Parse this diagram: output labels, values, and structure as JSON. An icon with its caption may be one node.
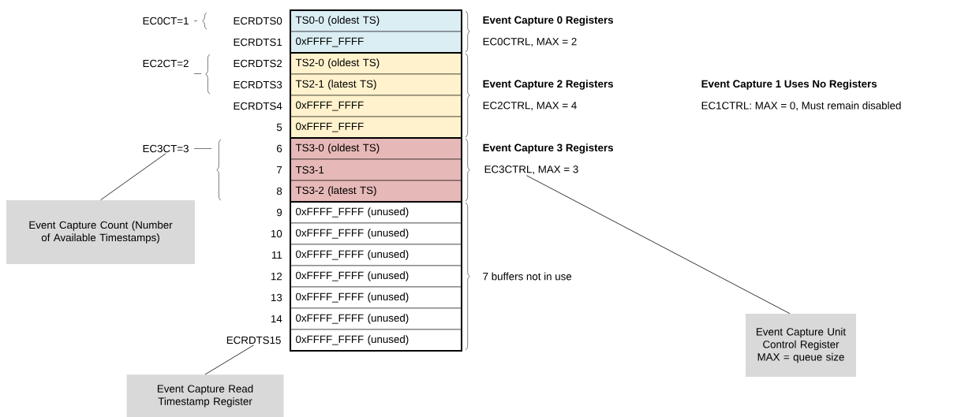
{
  "diagram": {
    "nodes": [
      {
        "text": [
          "TS0-0 (oldest TS)"
        ],
        "beside": [
          "ECRDTS0"
        ]
      },
      {
        "text": [
          "0xFFFF_FFFF"
        ],
        "beside": [
          "ECRDTS1"
        ]
      },
      {
        "text": [
          "TS2-0 (oldest TS)"
        ],
        "beside": [
          "ECRDTS2"
        ]
      },
      {
        "text": [
          "TS2-1 (latest TS)"
        ],
        "beside": [
          "ECRDTS3"
        ]
      },
      {
        "text": [
          "0xFFFF_FFFF"
        ],
        "beside": [
          "ECRDTS4"
        ]
      },
      {
        "text": [
          "0xFFFF_FFFF"
        ],
        "beside": [
          "5"
        ]
      },
      {
        "text": [
          "TS3-0 (oldest TS)"
        ],
        "beside": [
          "6"
        ]
      },
      {
        "text": [
          "TS3-1"
        ],
        "beside": [
          "7"
        ]
      },
      {
        "text": [
          "TS3-2 (latest TS)"
        ],
        "beside": [
          "8"
        ]
      },
      {
        "text": [
          "0xFFFF_FFFF (unused)"
        ],
        "beside": [
          "9"
        ]
      },
      {
        "text": [
          "0xFFFF_FFFF (unused)"
        ],
        "beside": [
          "10"
        ]
      },
      {
        "text": [
          "0xFFFF_FFFF (unused)"
        ],
        "beside": [
          "11"
        ]
      },
      {
        "text": [
          "0xFFFF_FFFF (unused)"
        ],
        "beside": [
          "12"
        ]
      },
      {
        "text": [
          "0xFFFF_FFFF (unused)"
        ],
        "beside": [
          "13"
        ]
      },
      {
        "text": [
          "0xFFFF_FFFF (unused)"
        ],
        "beside": [
          "14"
        ]
      },
      {
        "text": [
          "0xFFFF_FFFF (unused)"
        ]
      },
      {
        "text": [
          "EC3CT=3"
        ]
      },
      {
        "text": [
          "EC3CTRL, MAX = 3"
        ]
      },
      {
        "text": [
          "ECRDTS15"
        ]
      },
      {
        "text": [
          "Event Capture Count (Number of Available Timestamps)"
        ]
      },
      {
        "text": [
          "Event Capture Unit Control Register MAX = queue size"
        ]
      },
      {
        "text": [
          "Event Capture Read Timestamp Register"
        ]
      }
    ],
    "edges": [
      {
        "from": 16,
        "to": 19,
        "arrow": "none"
      },
      {
        "from": 17,
        "to": 20,
        "arrow": "none"
      },
      {
        "from": 18,
        "to": 21,
        "arrow": "none"
      }
    ],
    "labels": [
      "EC0CT=1",
      "EC2CT=2",
      "Event Capture 0 Registers",
      "EC0CTRL, MAX = 2",
      "Event Capture 2 Registers",
      "Event Capture 1 Uses No Registers",
      "EC2CTRL, MAX = 4",
      "EC1CTRL: MAX = 0, Must remain disabled",
      "Event Capture 3 Registers",
      "7 buffers not in use"
    ]
  }
}
